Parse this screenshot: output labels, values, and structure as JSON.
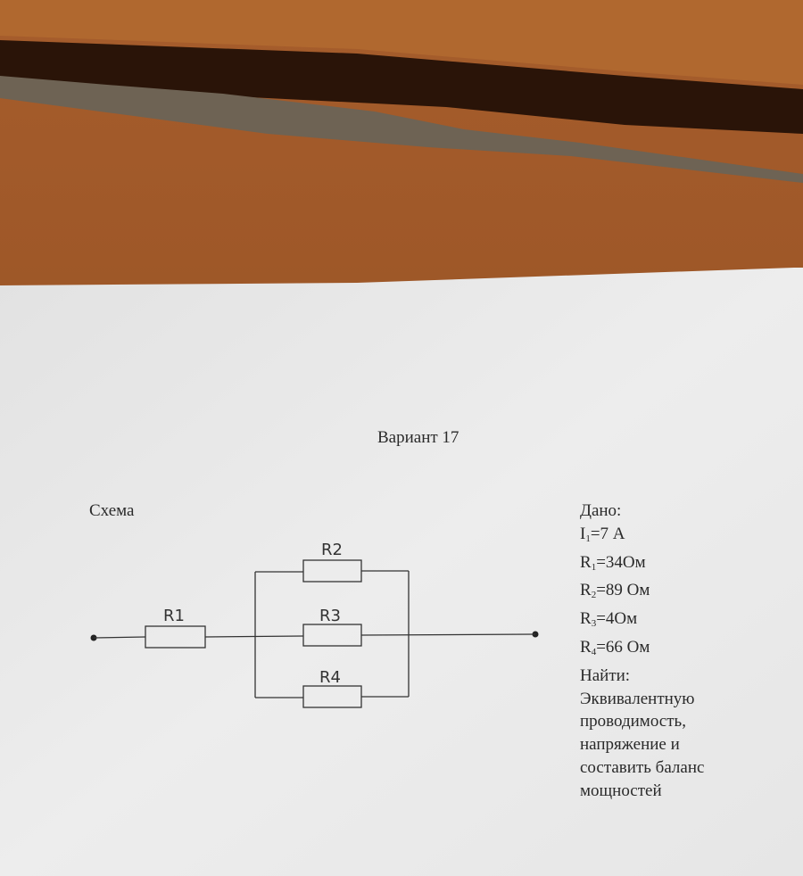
{
  "document": {
    "title": "Вариант 17",
    "schema_label": "Схема",
    "given": {
      "heading": "Дано:",
      "items": [
        {
          "symbol": "I",
          "sub": "1",
          "value": "=7 А"
        },
        {
          "symbol": "R",
          "sub": "1",
          "value": "=34Ом"
        },
        {
          "symbol": "R",
          "sub": "2",
          "value": "=89 Ом"
        },
        {
          "symbol": "R",
          "sub": "3",
          "value": "=4Ом"
        },
        {
          "symbol": "R",
          "sub": "4",
          "value": "=66 Ом"
        }
      ]
    },
    "find": {
      "heading": "Найти:",
      "lines": [
        "Эквивалентную",
        "проводимость,",
        "напряжение и",
        "составить баланс",
        "мощностей"
      ]
    },
    "circuit": {
      "resistors": [
        "R1",
        "R2",
        "R3",
        "R4"
      ]
    }
  },
  "colors": {
    "wood": "#9a5526",
    "paper": "#ececec",
    "ink": "#2a2a2a"
  }
}
